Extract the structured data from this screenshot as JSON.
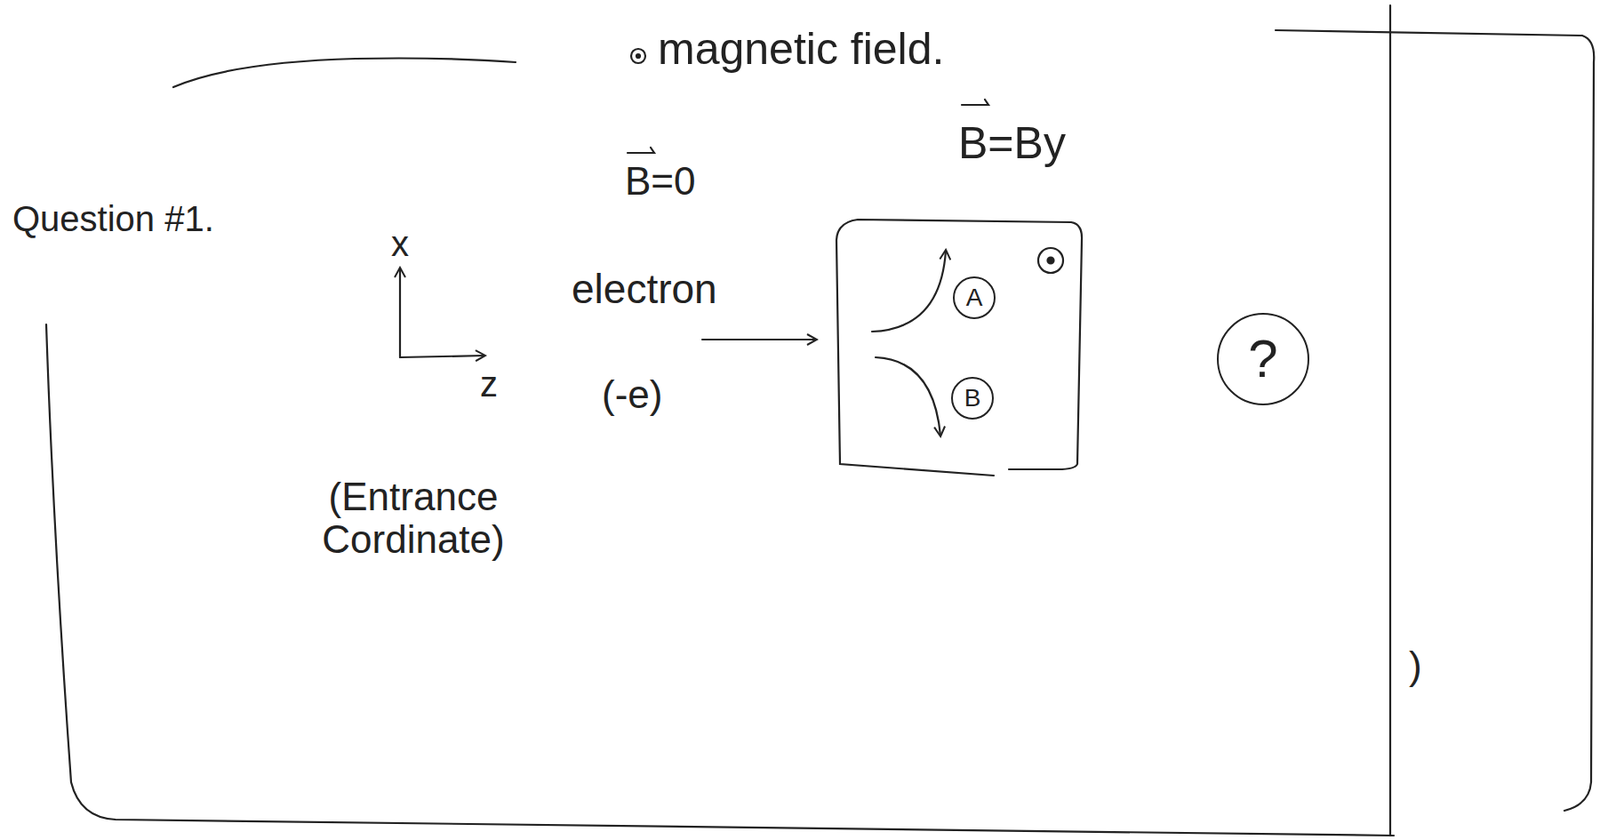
{
  "diagram": {
    "nodes": [
      {
        "text": [
          "A"
        ]
      },
      {
        "text": [
          "B"
        ]
      },
      {
        "text": [
          "?"
        ]
      }
    ],
    "labels": [
      "magnetic field.",
      "B=By",
      "B=0",
      "Question #1.",
      "x",
      "z",
      "electron",
      "(-e)",
      "(Entrance Cordinate)",
      ")"
    ]
  }
}
